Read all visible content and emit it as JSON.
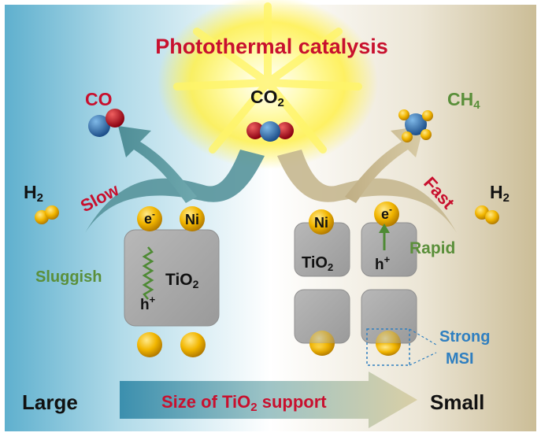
{
  "title": "Photothermal catalysis",
  "molecules": {
    "co": "CO",
    "co2": {
      "base": "CO",
      "sub": "2"
    },
    "ch4": {
      "base": "CH",
      "sub": "4"
    },
    "h2_left": {
      "base": "H",
      "sub": "2"
    },
    "h2_right": {
      "base": "H",
      "sub": "2"
    }
  },
  "rates": {
    "slow": "Slow",
    "fast": "Fast"
  },
  "left_particle": {
    "metal": "Ni",
    "electron": {
      "base": "e",
      "sup": "-"
    },
    "hole": {
      "base": "h",
      "sup": "+"
    },
    "transfer": "Sluggish",
    "support": {
      "base": "TiO",
      "sub": "2"
    }
  },
  "right_particle": {
    "metal": "Ni",
    "electron": {
      "base": "e",
      "sup": "-"
    },
    "hole": {
      "base": "h",
      "sup": "+"
    },
    "transfer": "Rapid",
    "support": {
      "base": "TiO",
      "sub": "2"
    }
  },
  "msi": {
    "line1": "Strong",
    "line2": "MSI"
  },
  "size_axis": {
    "left": "Large",
    "right": "Small",
    "label": {
      "pre": "Size of TiO",
      "sub": "2",
      "post": " support"
    }
  },
  "colors": {
    "title_red": "#c8102e",
    "green": "#5a8f3a",
    "blue": "#2f7fc0",
    "gold": "#f0b400",
    "grey_block": "#a9a9a9"
  }
}
